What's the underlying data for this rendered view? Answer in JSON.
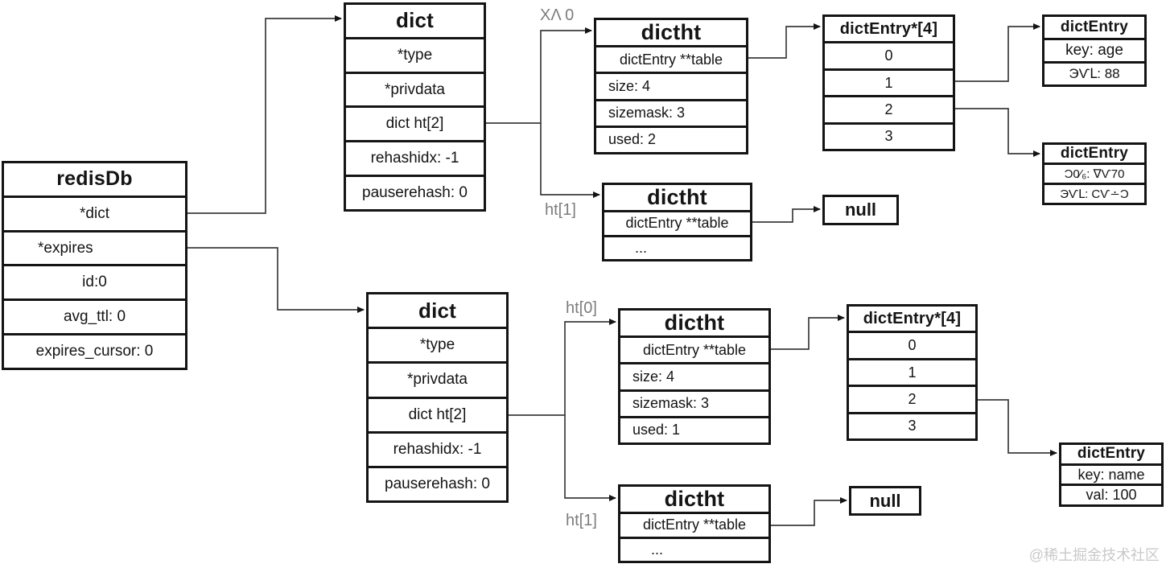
{
  "d": {
    "redisdb": {
      "title": "redisDb",
      "rows": [
        "*dict",
        "*expires",
        "id:0",
        "avg_ttl: 0",
        "expires_cursor: 0"
      ]
    },
    "dict_top": {
      "title": "dict",
      "rows": [
        "*type",
        "*privdata",
        "dict ht[2]",
        "rehashidx: -1",
        "pauserehash: 0"
      ]
    },
    "dict_bottom": {
      "title": "dict",
      "rows": [
        "*type",
        "*privdata",
        "dict ht[2]",
        "rehashidx: -1",
        "pauserehash: 0"
      ]
    },
    "dictht_top0": {
      "title": "dictht",
      "rows": [
        "dictEntry **table",
        "size: 4",
        "sizemask: 3",
        "used: 2"
      ]
    },
    "dictht_top1": {
      "title": "dictht",
      "rows": [
        "dictEntry **table",
        "..."
      ]
    },
    "dictht_bottom0": {
      "title": "dictht",
      "rows": [
        "dictEntry **table",
        "size: 4",
        "sizemask: 3",
        "used: 1"
      ]
    },
    "dictht_bottom1": {
      "title": "dictht",
      "rows": [
        "dictEntry **table",
        "..."
      ]
    },
    "array_top": {
      "title": "dictEntry*[4]",
      "rows": [
        "0",
        "1",
        "2",
        "3"
      ]
    },
    "array_bottom": {
      "title": "dictEntry*[4]",
      "rows": [
        "0",
        "1",
        "2",
        "3"
      ]
    },
    "entry_age": {
      "title": "dictEntry",
      "rows": [
        "key: age",
        "ЭѴԼ: 88"
      ]
    },
    "entry_obfuscated": {
      "title": "dictEntry",
      "rows": [
        "Ͻ0⁄₆: ∇Ѵ70",
        "ЭѴԼ: ϹѴ∸Ͻ"
      ]
    },
    "entry_name": {
      "title": "dictEntry",
      "rows": [
        "key: name",
        "val: 100"
      ]
    },
    "null_top": "null",
    "null_bottom": "null",
    "labels": {
      "ht0_top": "XΛ 0",
      "ht1_top": "ht[1]",
      "ht0_bottom": "ht[0]",
      "ht1_bottom": "ht[1]"
    },
    "watermark": "@稀土掘金技术社区"
  }
}
